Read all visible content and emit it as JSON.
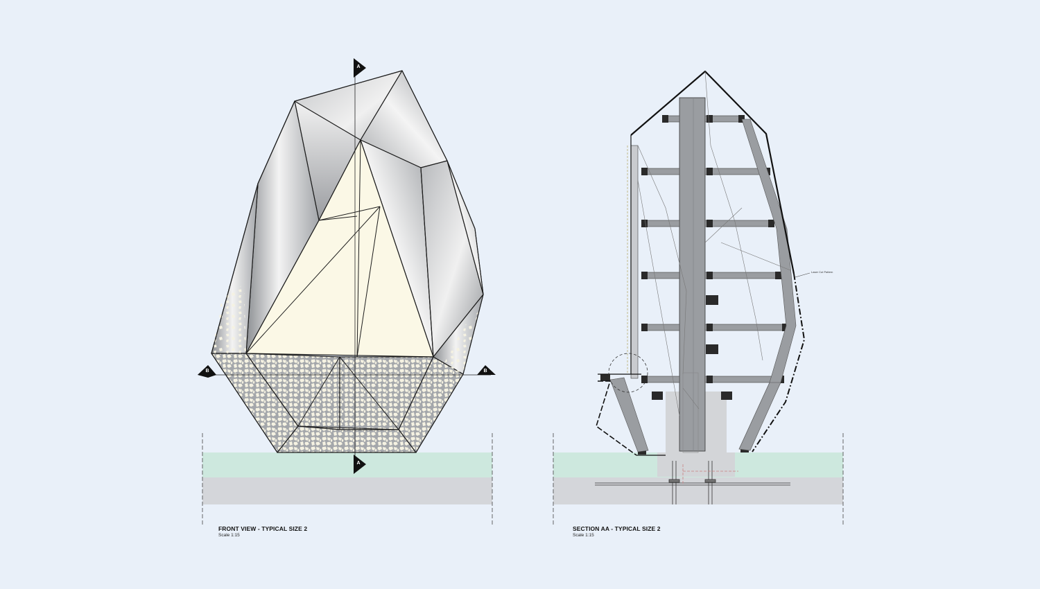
{
  "front_view": {
    "title": "FRONT VIEW - TYPICAL SIZE 2",
    "scale": "Scale 1:15",
    "section_marker_a": "A",
    "section_marker_b": "B"
  },
  "section_view": {
    "title": "SECTION AA - TYPICAL SIZE 2",
    "scale": "Scale 1:15",
    "callout": "Laser Cut Pattern"
  },
  "colors": {
    "background": "#e9f0f9",
    "ground_grass": "#cde8de",
    "ground_slab": "#d4d6da",
    "structure_grey": "#9a9da1",
    "inner_panel": "#fbf8e6"
  }
}
